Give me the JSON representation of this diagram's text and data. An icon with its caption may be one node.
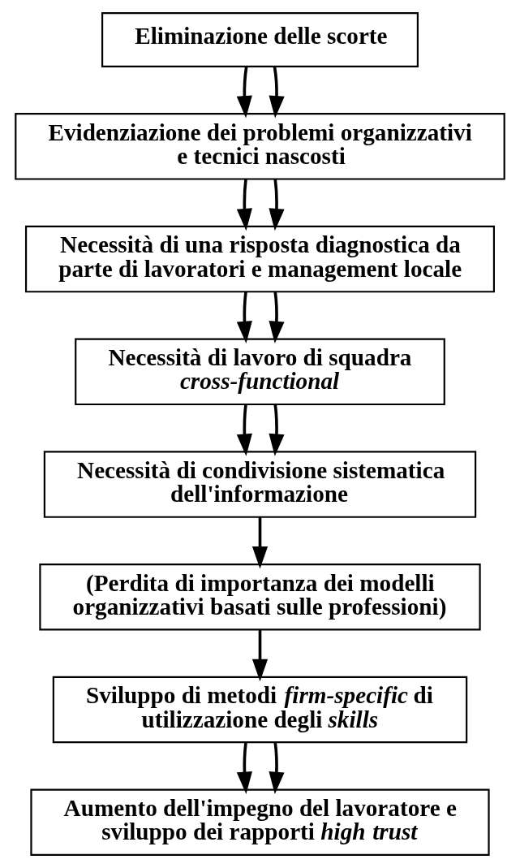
{
  "diagram": {
    "nodes": [
      {
        "text": [
          "Eliminazione delle scorte"
        ]
      },
      {
        "text": [
          "Evidenziazione dei problemi organizzativi e tecnici nascosti"
        ]
      },
      {
        "text": [
          "Necessità di una risposta diagnostica da parte di lavoratori e management locale"
        ]
      },
      {
        "text": [
          "Necessità di lavoro di squadra *cross-functional*"
        ]
      },
      {
        "text": [
          "Necessità di condivisione sistematica dell'informazione"
        ]
      },
      {
        "text": [
          "(Perdita di importanza dei modelli organizzativi basati sulle professioni)"
        ]
      },
      {
        "text": [
          "Sviluppo di metodi *firm-specific* di utilizzazione degli *skills*"
        ]
      },
      {
        "text": [
          "Aumento dell'impegno del lavoratore e sviluppo dei rapporti *high trust*"
        ]
      }
    ],
    "edges": [
      {
        "from": 0,
        "to": 1,
        "arrow": "to"
      },
      {
        "from": 0,
        "to": 1,
        "arrow": "to"
      },
      {
        "from": 1,
        "to": 2,
        "arrow": "to"
      },
      {
        "from": 1,
        "to": 2,
        "arrow": "to"
      },
      {
        "from": 2,
        "to": 3,
        "arrow": "to"
      },
      {
        "from": 2,
        "to": 3,
        "arrow": "to"
      },
      {
        "from": 3,
        "to": 4,
        "arrow": "to"
      },
      {
        "from": 3,
        "to": 4,
        "arrow": "to"
      },
      {
        "from": 4,
        "to": 5,
        "arrow": "to"
      },
      {
        "from": 5,
        "to": 6,
        "arrow": "to"
      },
      {
        "from": 6,
        "to": 7,
        "arrow": "to"
      },
      {
        "from": 6,
        "to": 7,
        "arrow": "to"
      }
    ]
  }
}
